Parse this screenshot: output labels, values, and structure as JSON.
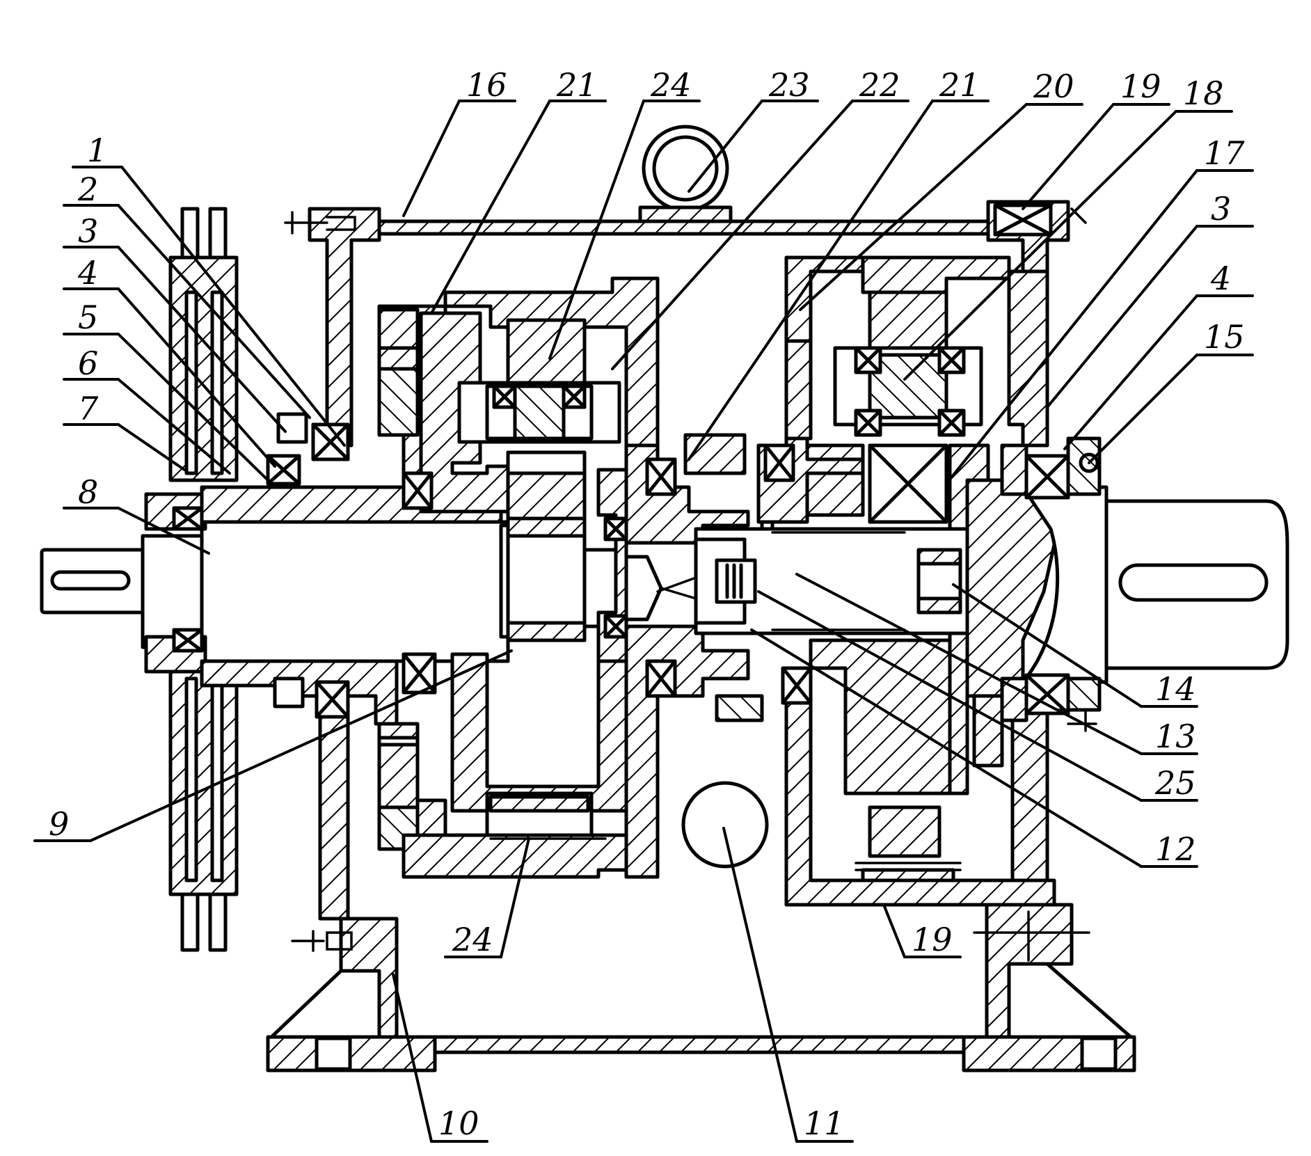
{
  "labels": [
    {
      "id": "1-left",
      "text": "1"
    },
    {
      "id": "2-left",
      "text": "2"
    },
    {
      "id": "3-left",
      "text": "3"
    },
    {
      "id": "4-left",
      "text": "4"
    },
    {
      "id": "5-left",
      "text": "5"
    },
    {
      "id": "6-left",
      "text": "6"
    },
    {
      "id": "7-left",
      "text": "7"
    },
    {
      "id": "8-left",
      "text": "8"
    },
    {
      "id": "9-left",
      "text": "9"
    },
    {
      "id": "16-top",
      "text": "16"
    },
    {
      "id": "21-top-left",
      "text": "21"
    },
    {
      "id": "24-top",
      "text": "24"
    },
    {
      "id": "23-top",
      "text": "23"
    },
    {
      "id": "22-top",
      "text": "22"
    },
    {
      "id": "21-top-right",
      "text": "21"
    },
    {
      "id": "20-top",
      "text": "20"
    },
    {
      "id": "19-top",
      "text": "19"
    },
    {
      "id": "18-top",
      "text": "18"
    },
    {
      "id": "17-right",
      "text": "17"
    },
    {
      "id": "3-right",
      "text": "3"
    },
    {
      "id": "4-right",
      "text": "4"
    },
    {
      "id": "15-right",
      "text": "15"
    },
    {
      "id": "14-right",
      "text": "14"
    },
    {
      "id": "13-right",
      "text": "13"
    },
    {
      "id": "25-right",
      "text": "25"
    },
    {
      "id": "12-right",
      "text": "12"
    },
    {
      "id": "24-bottom",
      "text": "24"
    },
    {
      "id": "19-bottom",
      "text": "19"
    },
    {
      "id": "10-bottom",
      "text": "10"
    },
    {
      "id": "11-bottom",
      "text": "11"
    }
  ]
}
